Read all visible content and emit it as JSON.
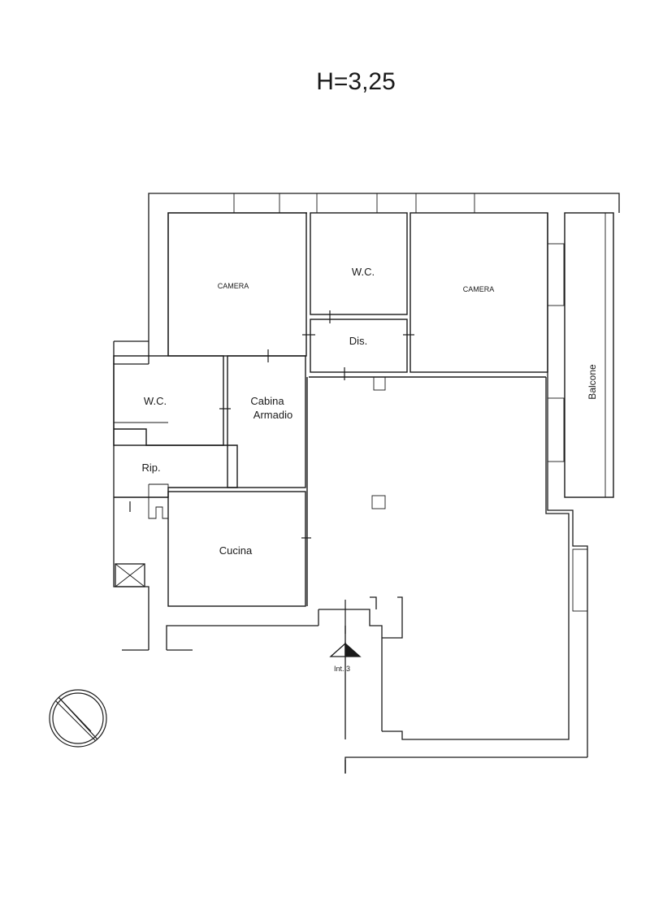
{
  "title": "H=3,25",
  "rooms": {
    "camera_left": "CAMERA",
    "wc_top": "W.C.",
    "camera_right": "CAMERA",
    "disimpegno": "Dis.",
    "balcone": "Balcone",
    "wc_left": "W.C.",
    "cabina_line1": "Cabina",
    "cabina_line2": "Armadio",
    "ripostiglio": "Rip.",
    "cucina": "Cucina"
  },
  "entrance_label": "Int. 3",
  "icons": [
    "north-compass-icon",
    "entrance-marker-icon",
    "shaft-cross-icon"
  ]
}
